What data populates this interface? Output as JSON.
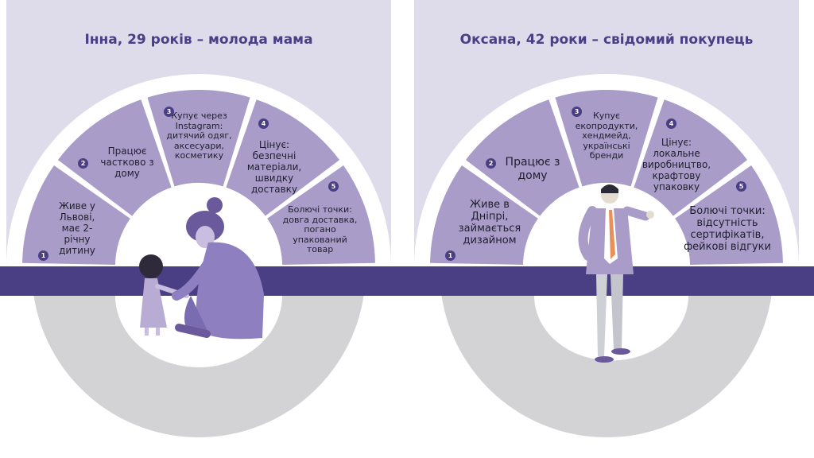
{
  "colors": {
    "panel_bg": "#dedbea",
    "band": "#4a3f85",
    "segment": "#a99cc8",
    "ring_white": "#ffffff",
    "lower_disc": "#d3d3d6",
    "title_text": "#4a3f85",
    "badge": "#4a3f85"
  },
  "personas": [
    {
      "title": "Інна, 29 років – молода мама",
      "figure": "mother-and-child-illustration",
      "segments": [
        {
          "number": "1",
          "text": "Живе у Львові, має 2-річну дитину"
        },
        {
          "number": "2",
          "text": "Працює частково з дому"
        },
        {
          "number": "3",
          "text": "Купує через Instagram: дитячий одяг, аксесуари, косметику"
        },
        {
          "number": "4",
          "text": "Цінує: безпечні матеріали, швидку доставку"
        },
        {
          "number": "5",
          "text": "Болючі точки: довга доставка, погано упакований товар"
        }
      ]
    },
    {
      "title": "Оксана, 42 роки – свідомий покупець",
      "figure": "businessman-illustration",
      "segments": [
        {
          "number": "1",
          "text": "Живе в Дніпрі, займається дизайном"
        },
        {
          "number": "2",
          "text": "Працює з дому"
        },
        {
          "number": "3",
          "text": "Купує екопродукти, хендмейд, українські бренди"
        },
        {
          "number": "4",
          "text": "Цінує: локальне виробництво, крафтову упаковку"
        },
        {
          "number": "5",
          "text": "Болючі точки: відсутність сертифікатів, фейкові відгуки"
        }
      ]
    }
  ]
}
